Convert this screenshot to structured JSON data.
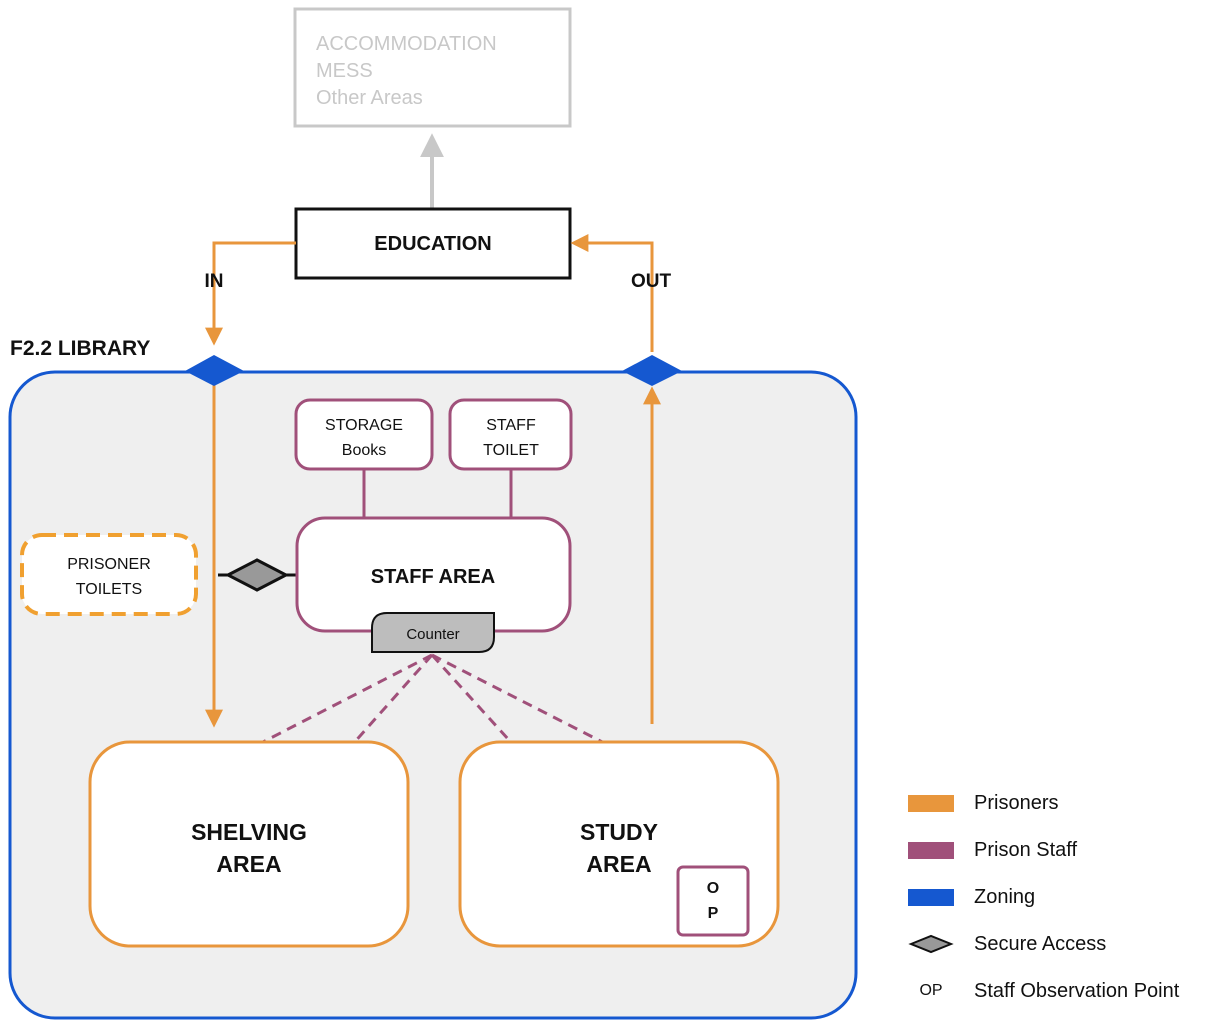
{
  "title": "F2.2 LIBRARY",
  "external": {
    "lines": [
      "ACCOMMODATION",
      "MESS",
      "Other Areas"
    ],
    "education": "EDUCATION",
    "in_label": "IN",
    "out_label": "OUT"
  },
  "areas": {
    "storage": [
      "STORAGE",
      "Books"
    ],
    "staff_toilet": [
      "STAFF",
      "TOILET"
    ],
    "prisoner_toilets": [
      "PRISONER",
      "TOILETS"
    ],
    "staff_area": "STAFF AREA",
    "counter": "Counter",
    "shelving": [
      "SHELVING",
      "AREA"
    ],
    "study": [
      "STUDY",
      "AREA"
    ],
    "op_box": [
      "O",
      "P"
    ]
  },
  "legend": [
    {
      "label": "Prisoners",
      "color": "#E8963C"
    },
    {
      "label": "Prison Staff",
      "color": "#A0507A"
    },
    {
      "label": "Zoning",
      "color": "#1558D0"
    },
    {
      "label": "Secure Access",
      "icon": "diamond-icon"
    },
    {
      "label": "Staff Observation Point",
      "abbr": "OP"
    }
  ],
  "colors": {
    "prisoners": "#E8963C",
    "staff": "#A0507A",
    "zoning": "#1558D0",
    "faded": "#C8C8C8",
    "zone_fill": "#EFEFEF",
    "secure": "#999999"
  }
}
